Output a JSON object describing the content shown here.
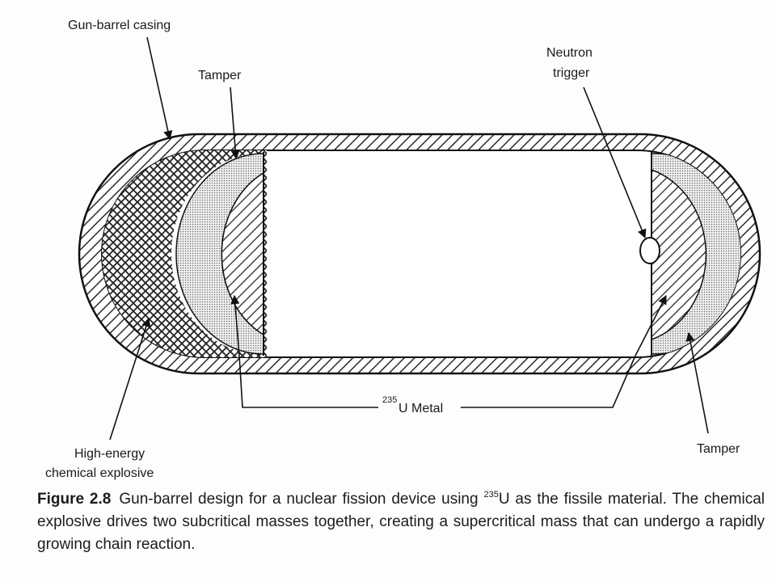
{
  "labels": {
    "casing": "Gun-barrel casing",
    "tamper_top": "Tamper",
    "trigger_line1": "Neutron",
    "trigger_line2": "trigger",
    "metal_sup": "235",
    "metal_text": "U Metal",
    "explosive_line1": "High-energy",
    "explosive_line2": "chemical explosive",
    "tamper_bottom": "Tamper"
  },
  "caption": {
    "figure_number": "Figure 2.8",
    "text_before_sup": "Gun-barrel design for a nuclear fission device using ",
    "sup": "235",
    "text_after_sup": "U as the fissile material. The chemical explosive drives two subcritical masses together, creating a supercritical mass that can undergo a rapidly growing chain reaction."
  }
}
